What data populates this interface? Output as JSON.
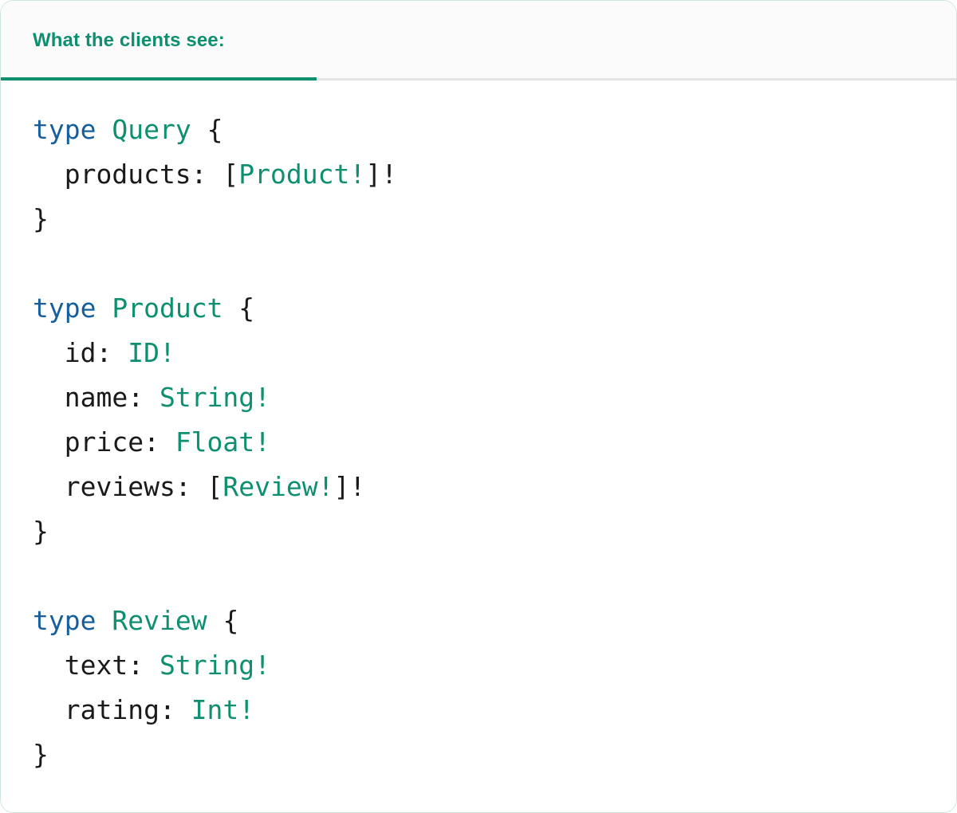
{
  "panel": {
    "accent_green": "#0e9070",
    "keyword_blue": "#175e9e",
    "text_black": "#1a1a1a",
    "header_bg": "#fbfbfb",
    "body_bg": "#ffffff",
    "divider": "#e3e3e3"
  },
  "header": {
    "tab_label": "What the clients see:"
  },
  "code": {
    "language": "graphql",
    "lines": [
      {
        "id": "l1",
        "tokens": [
          {
            "t": "type",
            "c": "kw"
          },
          {
            "t": " ",
            "c": "punc"
          },
          {
            "t": "Query",
            "c": "tname"
          },
          {
            "t": " {",
            "c": "punc"
          }
        ]
      },
      {
        "id": "l2",
        "tokens": [
          {
            "t": "  products: ",
            "c": "field"
          },
          {
            "t": "[",
            "c": "punc"
          },
          {
            "t": "Product!",
            "c": "type"
          },
          {
            "t": "]!",
            "c": "punc"
          }
        ]
      },
      {
        "id": "l3",
        "tokens": [
          {
            "t": "}",
            "c": "punc"
          }
        ]
      },
      {
        "id": "l4",
        "tokens": [
          {
            "t": "",
            "c": "punc"
          }
        ]
      },
      {
        "id": "l5",
        "tokens": [
          {
            "t": "type",
            "c": "kw"
          },
          {
            "t": " ",
            "c": "punc"
          },
          {
            "t": "Product",
            "c": "tname"
          },
          {
            "t": " {",
            "c": "punc"
          }
        ]
      },
      {
        "id": "l6",
        "tokens": [
          {
            "t": "  id: ",
            "c": "field"
          },
          {
            "t": "ID!",
            "c": "type"
          }
        ]
      },
      {
        "id": "l7",
        "tokens": [
          {
            "t": "  name: ",
            "c": "field"
          },
          {
            "t": "String!",
            "c": "type"
          }
        ]
      },
      {
        "id": "l8",
        "tokens": [
          {
            "t": "  price: ",
            "c": "field"
          },
          {
            "t": "Float!",
            "c": "type"
          }
        ]
      },
      {
        "id": "l9",
        "tokens": [
          {
            "t": "  reviews: ",
            "c": "field"
          },
          {
            "t": "[",
            "c": "punc"
          },
          {
            "t": "Review!",
            "c": "type"
          },
          {
            "t": "]!",
            "c": "punc"
          }
        ]
      },
      {
        "id": "l10",
        "tokens": [
          {
            "t": "}",
            "c": "punc"
          }
        ]
      },
      {
        "id": "l11",
        "tokens": [
          {
            "t": "",
            "c": "punc"
          }
        ]
      },
      {
        "id": "l12",
        "tokens": [
          {
            "t": "type",
            "c": "kw"
          },
          {
            "t": " ",
            "c": "punc"
          },
          {
            "t": "Review",
            "c": "tname"
          },
          {
            "t": " {",
            "c": "punc"
          }
        ]
      },
      {
        "id": "l13",
        "tokens": [
          {
            "t": "  text: ",
            "c": "field"
          },
          {
            "t": "String!",
            "c": "type"
          }
        ]
      },
      {
        "id": "l14",
        "tokens": [
          {
            "t": "  rating: ",
            "c": "field"
          },
          {
            "t": "Int!",
            "c": "type"
          }
        ]
      },
      {
        "id": "l15",
        "tokens": [
          {
            "t": "}",
            "c": "punc"
          }
        ]
      }
    ]
  }
}
